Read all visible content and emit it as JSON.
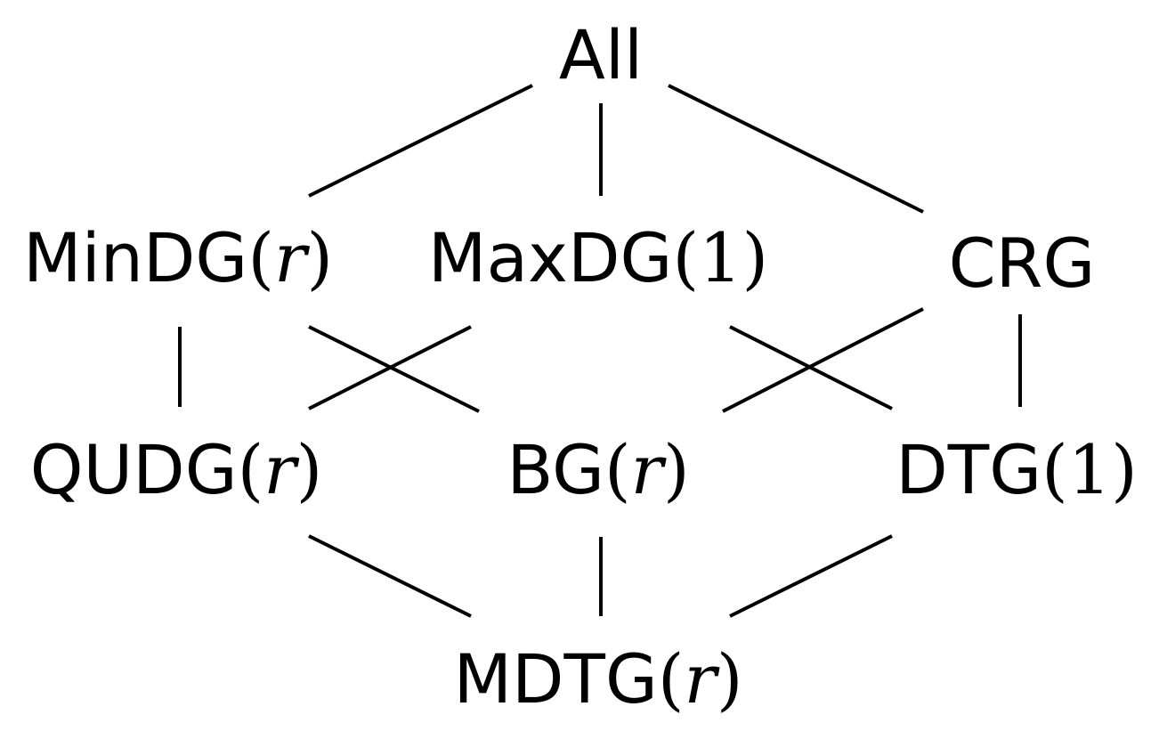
{
  "nodes": {
    "all": {
      "name": "All",
      "arg": ""
    },
    "mindg": {
      "name": "MinDG",
      "arg": "r"
    },
    "maxdg": {
      "name": "MaxDG",
      "arg": "1"
    },
    "crg": {
      "name": "CRG",
      "arg": ""
    },
    "qudg": {
      "name": "QUDG",
      "arg": "r"
    },
    "bg": {
      "name": "BG",
      "arg": "r"
    },
    "dtg": {
      "name": "DTG",
      "arg": "1"
    },
    "mdtg": {
      "name": "MDTG",
      "arg": "r"
    }
  },
  "edges": [
    [
      "all",
      "mindg"
    ],
    [
      "all",
      "maxdg"
    ],
    [
      "all",
      "crg"
    ],
    [
      "mindg",
      "qudg"
    ],
    [
      "mindg",
      "bg"
    ],
    [
      "maxdg",
      "qudg"
    ],
    [
      "maxdg",
      "dtg"
    ],
    [
      "crg",
      "bg"
    ],
    [
      "crg",
      "dtg"
    ],
    [
      "qudg",
      "mdtg"
    ],
    [
      "bg",
      "mdtg"
    ],
    [
      "dtg",
      "mdtg"
    ]
  ],
  "colors": {
    "line": "#000000",
    "text": "#000000",
    "background": "#ffffff"
  }
}
